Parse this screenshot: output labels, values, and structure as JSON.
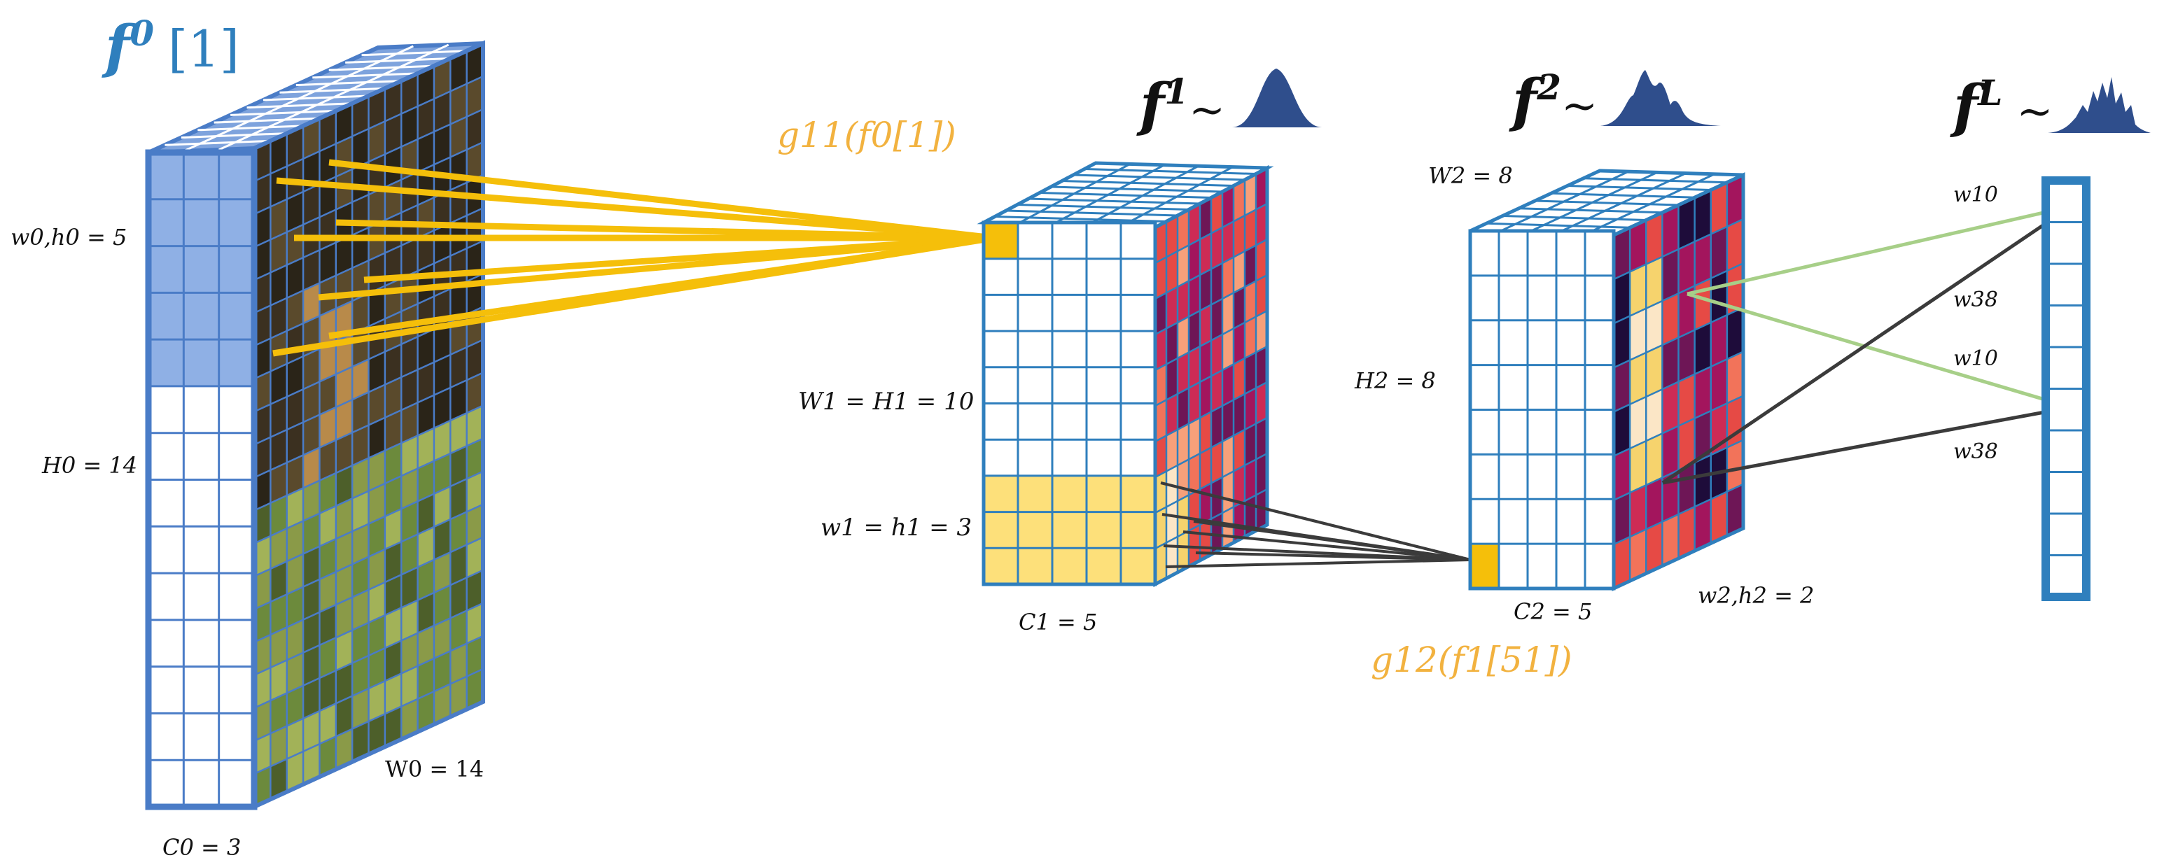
{
  "colors": {
    "grid_blue": "#2f7fbd",
    "slab_blue": "#4a7cc7",
    "light_blue_fill": "#8fb0e5",
    "top_blue": "#7ea3dd",
    "yellow": "#f5bf0a",
    "pale_yellow": "#fde07a",
    "orange_label": "#f2b23f",
    "dark_line": "#3b3b3b",
    "green_line": "#a7cf88",
    "dist_fill": "#2f4e8c",
    "heat_palette": [
      "#1e0c3a",
      "#6e1656",
      "#a3155d",
      "#cd2b55",
      "#e64a45",
      "#f2735a",
      "#f7a07a",
      "#f6d36d",
      "#fbe6c6"
    ],
    "image_palette": [
      "#2a2418",
      "#3b3020",
      "#5a4a2c",
      "#7a6a3c",
      "#8a9a48",
      "#6c8a3c",
      "#a2b258",
      "#4d5f2a",
      "#b88a4a"
    ]
  },
  "stage0": {
    "title_bold": "f",
    "title_sup": "0",
    "title_index": "[1]",
    "label_wh": "w0,h0 = 5",
    "label_H": "H0 = 14",
    "label_W": "W0 = 14",
    "label_C": "C0 = 3"
  },
  "g1": {
    "text": "g11(f0[1])"
  },
  "stage1": {
    "title_bold": "f",
    "title_sup": "1",
    "title_sim": "~",
    "label_WH": "W1 = H1 = 10",
    "label_wh": "w1 = h1 = 3",
    "label_C": "C1 = 5"
  },
  "stage2": {
    "title_bold": "f",
    "title_sup": "2",
    "title_sim": "~",
    "label_W": "W2 = 8",
    "label_H": "H2 = 8",
    "label_C": "C2 = 5",
    "label_wh": "w2,h2 = 2"
  },
  "g2": {
    "text": "g12(f1[51])"
  },
  "stageL": {
    "title_bold": "f",
    "title_sup": "L",
    "title_sim": "~",
    "weights": [
      "w10",
      "w38",
      "w10",
      "w38"
    ]
  }
}
